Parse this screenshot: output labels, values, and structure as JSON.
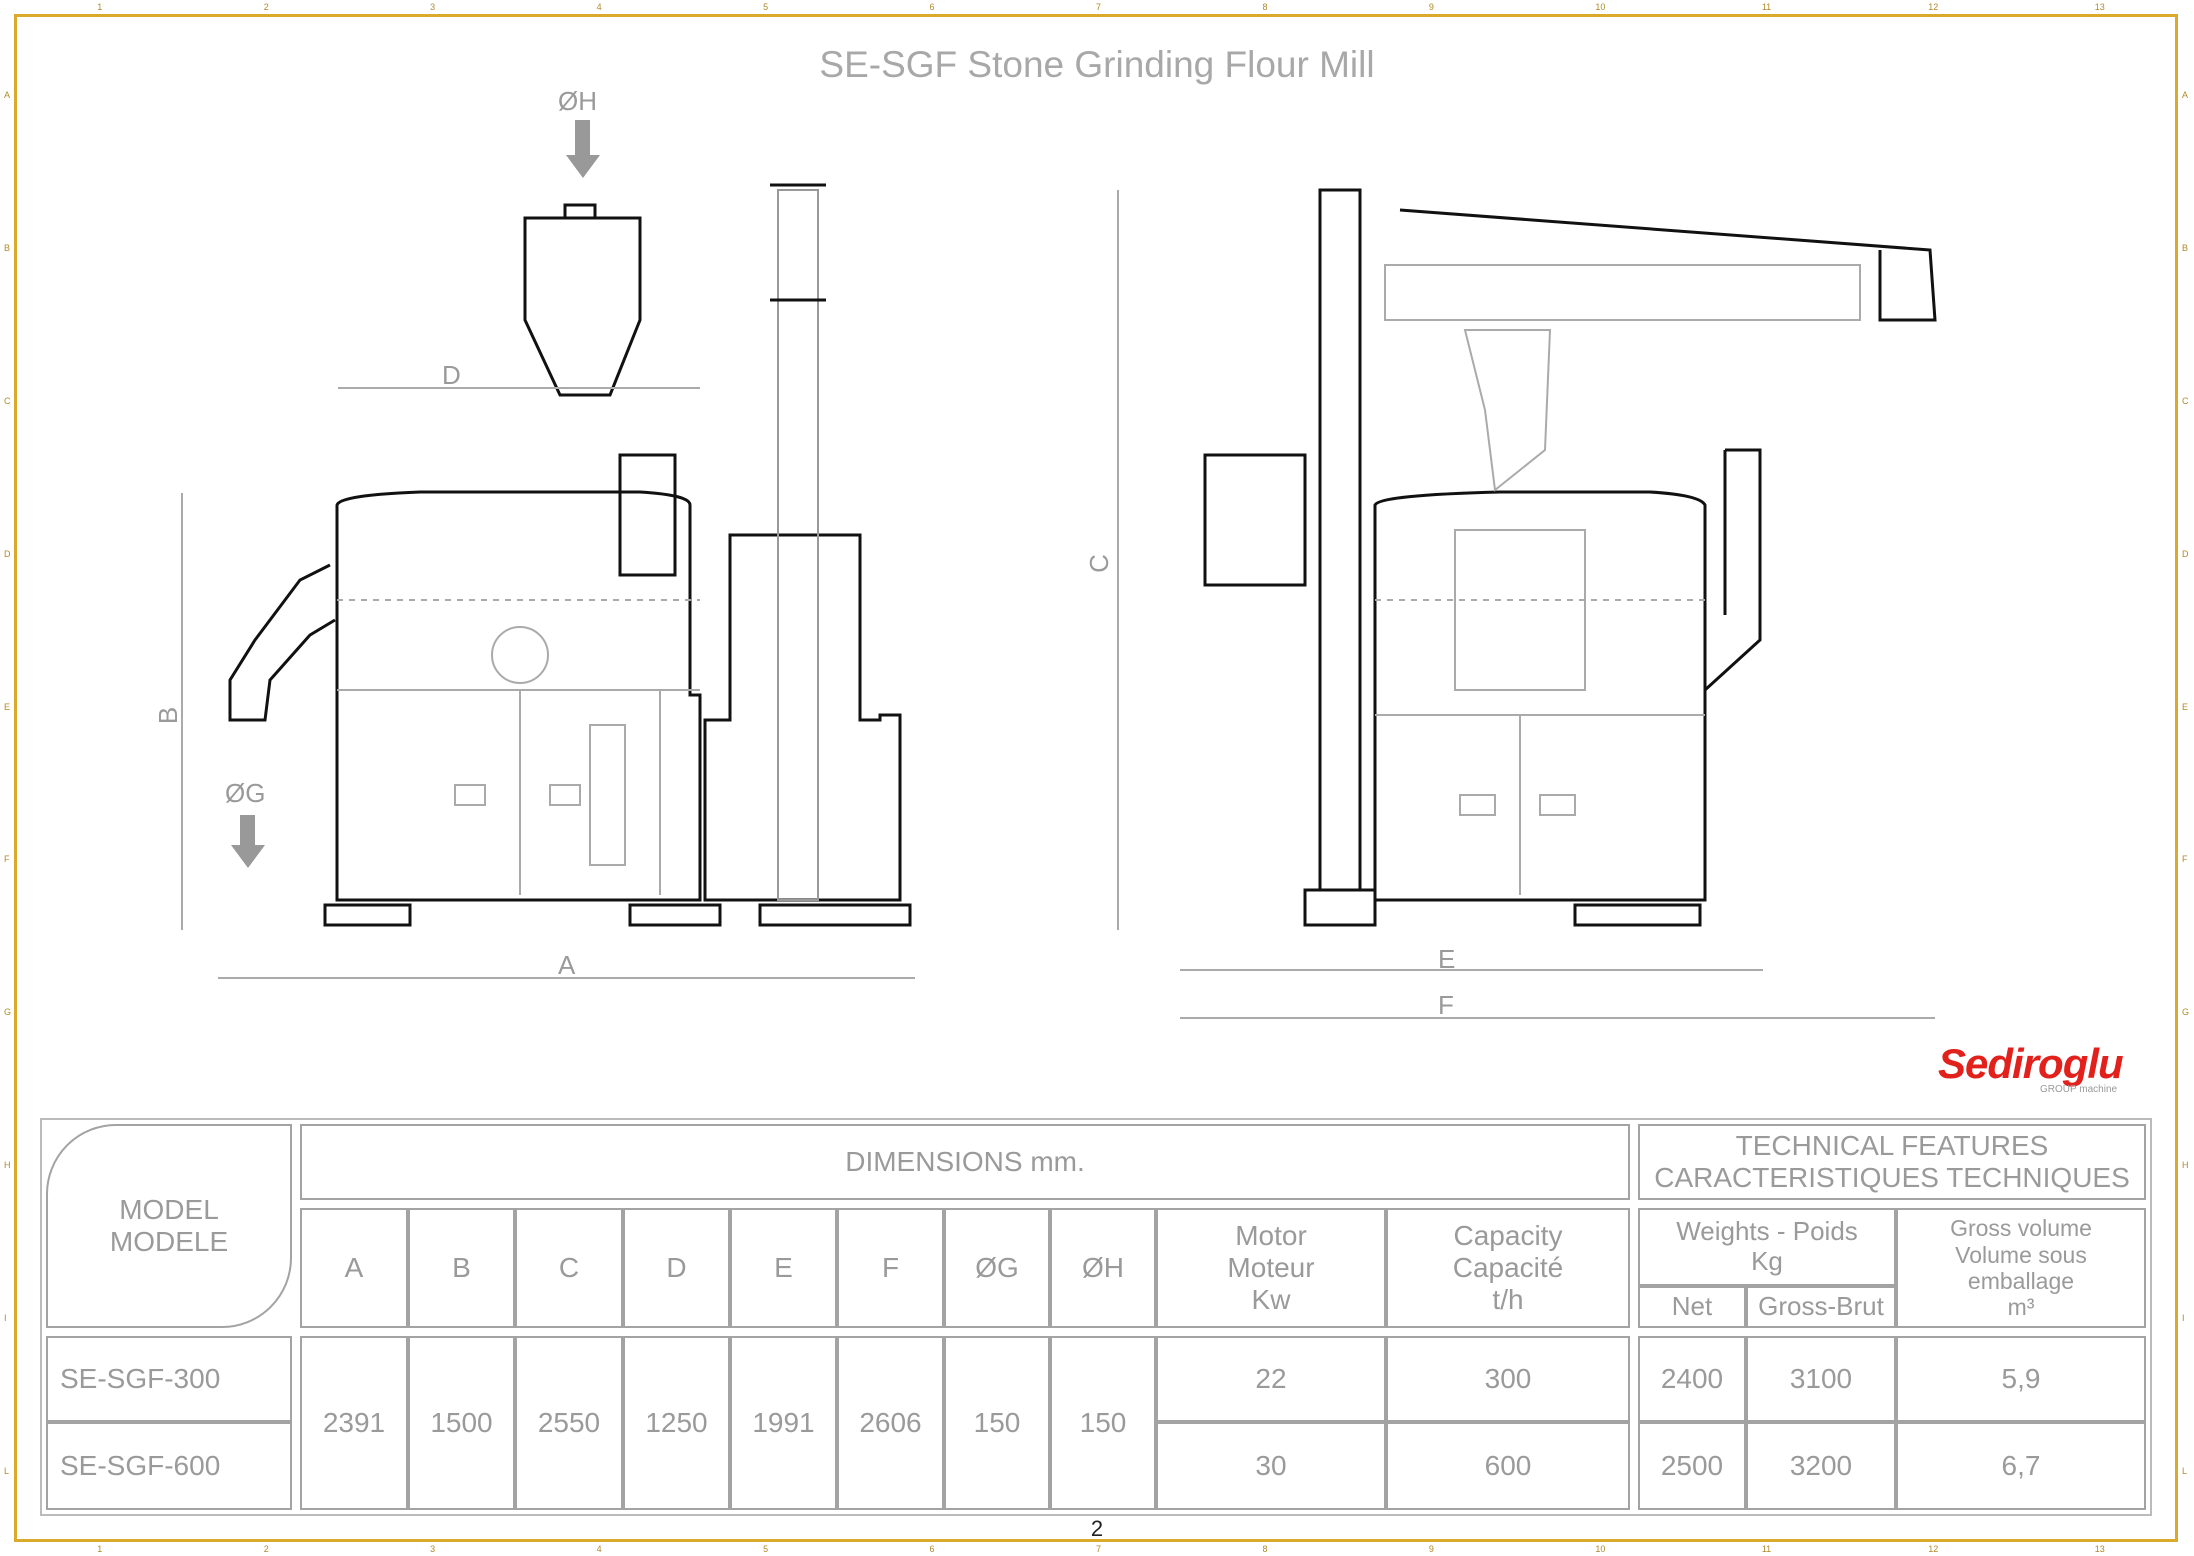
{
  "title": "SE-SGF Stone Grinding Flour Mill",
  "brand": {
    "logo": "Sediroglu",
    "sub": "GROUP machine",
    "color": "#e2211c"
  },
  "drawing_labels": {
    "h": "ØH",
    "d": "D",
    "b": "B",
    "g": "ØG",
    "a": "A",
    "c": "C",
    "e": "E",
    "f": "F"
  },
  "ruler": {
    "columns": [
      "1",
      "2",
      "3",
      "4",
      "5",
      "6",
      "7",
      "8",
      "9",
      "10",
      "11",
      "12",
      "13"
    ],
    "rows": [
      "A",
      "B",
      "C",
      "D",
      "E",
      "F",
      "G",
      "H",
      "I",
      "L"
    ]
  },
  "table": {
    "model_header": [
      "MODEL",
      "MODELE"
    ],
    "dimensions_header": "DIMENSIONS   mm.",
    "technical_header": [
      "TECHNICAL FEATURES",
      "CARACTERISTIQUES TECHNIQUES"
    ],
    "dim_columns": [
      "A",
      "B",
      "C",
      "D",
      "E",
      "F",
      "ØG",
      "ØH"
    ],
    "motor_header": [
      "Motor",
      "Moteur",
      "Kw"
    ],
    "capacity_header": [
      "Capacity",
      "Capacité",
      "t/h"
    ],
    "weights_header": [
      "Weights - Poids",
      "Kg"
    ],
    "net_header": "Net",
    "gross_header": "Gross-Brut",
    "volume_header": [
      "Gross volume",
      "Volume sous",
      "emballage",
      "m³"
    ],
    "shared_dims": [
      "2391",
      "1500",
      "2550",
      "1250",
      "1991",
      "2606",
      "150",
      "150"
    ],
    "rows": [
      {
        "model": "SE-SGF-300",
        "motor": "22",
        "capacity": "300",
        "net": "2400",
        "gross": "3100",
        "volume": "5,9"
      },
      {
        "model": "SE-SGF-600",
        "motor": "30",
        "capacity": "600",
        "net": "2500",
        "gross": "3200",
        "volume": "6,7"
      }
    ]
  },
  "page_number": "2"
}
